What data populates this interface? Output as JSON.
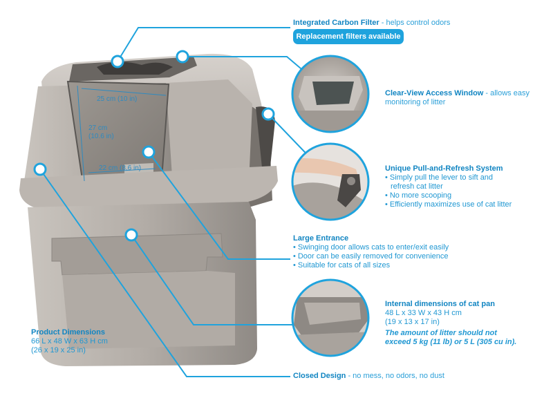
{
  "carbon_filter": {
    "title": "Integrated Carbon Filter",
    "desc": " - helps control odors",
    "pill": "Replacement filters available"
  },
  "access_window": {
    "title": "Clear-View Access Window",
    "desc_1": " - allows easy",
    "desc_2": "monitoring of litter"
  },
  "pull_refresh": {
    "title": "Unique Pull-and-Refresh System",
    "bullets": [
      "Simply pull the lever to sift and refresh cat litter",
      "No more scooping",
      "Efficiently maximizes use of cat litter"
    ]
  },
  "entrance": {
    "title": "Large Entrance",
    "bullets": [
      "Swinging door allows cats to enter/exit easily",
      "Door can be easily removed for convenience",
      "Suitable for cats of all sizes"
    ]
  },
  "pan": {
    "title": "Internal dimensions of cat pan",
    "line_1": "48 L x 33 W x 43 H cm",
    "line_2": "(19 x 13 x 17 in)",
    "note_1": "The amount of litter should not",
    "note_2": "exceed 5 kg (11 lb) or 5 L (305 cu in)."
  },
  "product_dims": {
    "title": "Product Dimensions",
    "line_1": "66 L x 48 W x 63 H cm",
    "line_2": "(26 x 19 x 25 in)"
  },
  "closed_design": {
    "title": "Closed Design",
    "desc": " - no mess, no odors, no dust"
  },
  "window_dims": {
    "width": "25 cm (10 in)",
    "height_1": "27 cm",
    "height_2": "(10.6 in)",
    "bottom": "22 cm (8.6 in)"
  },
  "colors": {
    "accent": "#1fa3dd",
    "body": "#a9a39d",
    "dark": "#5a5754"
  }
}
